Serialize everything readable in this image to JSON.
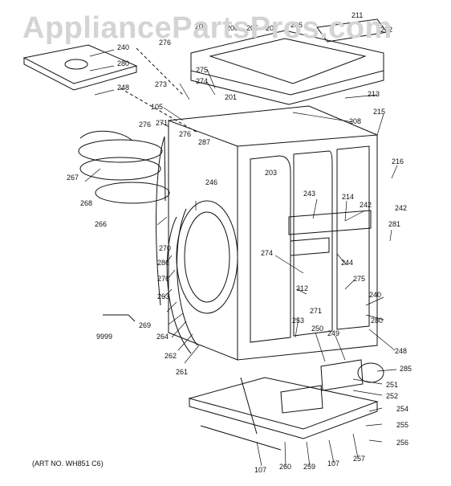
{
  "watermark": "AppliancePartsPros.com",
  "art_number": "(ART NO. WH851 C6)",
  "callouts": [
    "211",
    "202",
    "200",
    "205",
    "207",
    "206",
    "212",
    "276",
    "240",
    "280",
    "248",
    "275",
    "274",
    "273",
    "201",
    "213",
    "105",
    "271",
    "276",
    "287",
    "208",
    "215",
    "276",
    "267",
    "203",
    "246",
    "216",
    "242",
    "268",
    "243",
    "214",
    "242",
    "266",
    "281",
    "270",
    "274",
    "244",
    "286",
    "276",
    "275",
    "263",
    "312",
    "271",
    "240",
    "269",
    "253",
    "250",
    "249",
    "280",
    "9999",
    "264",
    "262",
    "261",
    "248",
    "285",
    "251",
    "252",
    "254",
    "255",
    "256",
    "107",
    "260",
    "259",
    "107",
    "257"
  ]
}
